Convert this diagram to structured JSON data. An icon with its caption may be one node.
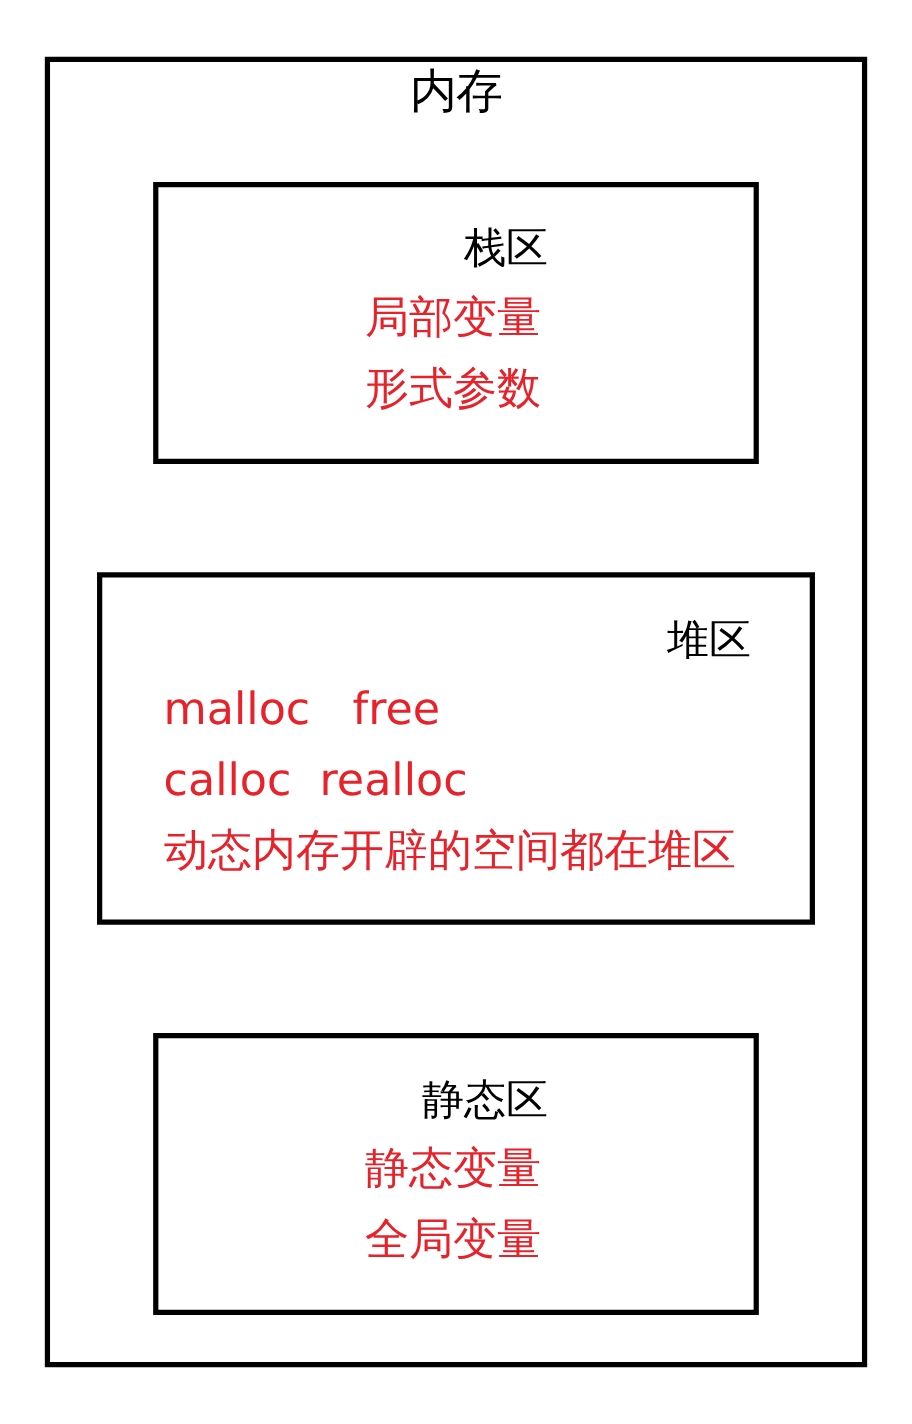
{
  "diagram": {
    "nodes": [
      {
        "text": [
          "内存"
        ]
      },
      {
        "text": [
          "栈区",
          "局部变量",
          "形式参数"
        ],
        "in": 0
      },
      {
        "text": [
          "堆区",
          "malloc   free",
          "calloc  realloc",
          "动态内存开辟的空间都在堆区"
        ],
        "in": 0
      },
      {
        "text": [
          "静态区",
          "静态变量",
          "全局变量"
        ],
        "in": 0
      }
    ],
    "edges": []
  }
}
